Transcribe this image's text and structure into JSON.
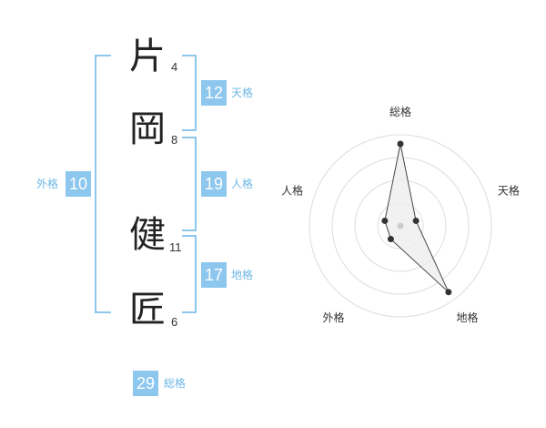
{
  "name": {
    "chars": [
      {
        "char": "片",
        "strokes": "4"
      },
      {
        "char": "岡",
        "strokes": "8"
      },
      {
        "char": "健",
        "strokes": "11"
      },
      {
        "char": "匠",
        "strokes": "6"
      }
    ]
  },
  "fortunes": {
    "tenkaku": {
      "value": "12",
      "label": "天格"
    },
    "jinkaku": {
      "value": "19",
      "label": "人格"
    },
    "chikaku": {
      "value": "17",
      "label": "地格"
    },
    "gaikaku": {
      "value": "10",
      "label": "外格"
    },
    "soukaku": {
      "value": "29",
      "label": "総格"
    }
  },
  "chart_data": {
    "type": "radar",
    "axes": [
      "総格",
      "天格",
      "地格",
      "外格",
      "人格"
    ],
    "values": [
      5,
      1,
      5,
      1,
      1
    ],
    "rmax": 5,
    "rings": 4,
    "colors": {
      "grid": "#dddddd",
      "fill": "#eeeeee",
      "line": "#444444",
      "point": "#333333",
      "center": "#cccccc"
    }
  },
  "colors": {
    "accent": "#8dc7ee"
  }
}
